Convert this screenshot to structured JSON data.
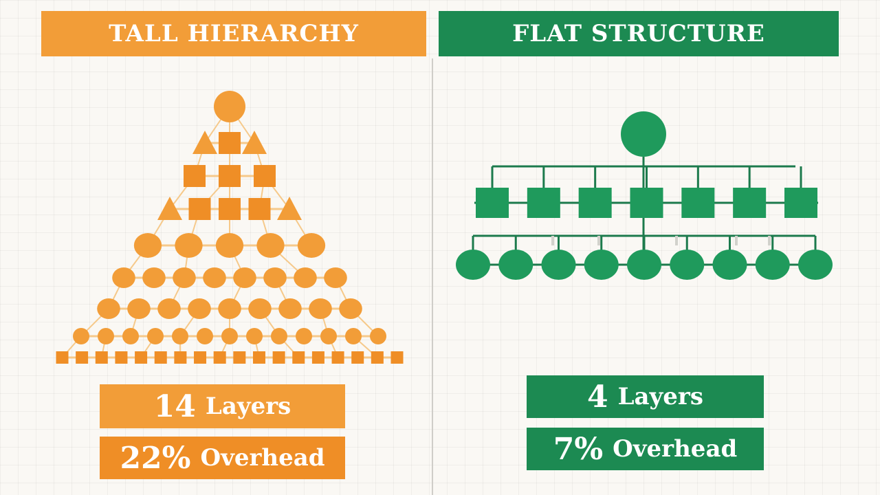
{
  "colors": {
    "tall_primary": "#f29d38",
    "tall_secondary": "#ef8e26",
    "tall_connector": "#f6c98a",
    "flat_primary": "#1c8a52",
    "flat_node": "#1f9a5c",
    "flat_connector": "#1c7a4c"
  },
  "left_panel": {
    "title": "TALL HIERARCHY",
    "layers_value": "14",
    "layers_label": "Layers",
    "overhead_value": "22%",
    "overhead_label": "Overhead"
  },
  "right_panel": {
    "title": "FLAT STRUCTURE",
    "layers_value": "4",
    "layers_label": "Layers",
    "overhead_value": "7%",
    "overhead_label": "Overhead"
  },
  "tall_tree": {
    "rows": [
      [
        "circle"
      ],
      [
        "triangle",
        "square",
        "triangle"
      ],
      [
        "square",
        "square",
        "square"
      ],
      [
        "triangle",
        "square",
        "square",
        "square",
        "triangle"
      ],
      [
        "circle",
        "circle",
        "circle",
        "circle",
        "circle"
      ],
      [
        "circle",
        "circle",
        "circle",
        "circle",
        "circle",
        "circle",
        "circle",
        "circle"
      ],
      [
        "circle",
        "circle",
        "circle",
        "circle",
        "circle",
        "circle",
        "circle",
        "circle",
        "circle"
      ],
      [
        "circle",
        "circle",
        "circle",
        "circle",
        "circle",
        "circle",
        "circle",
        "circle",
        "circle",
        "circle",
        "circle",
        "circle",
        "circle"
      ],
      [
        "square",
        "square",
        "square",
        "square",
        "square",
        "square",
        "square",
        "square",
        "square",
        "square",
        "square",
        "square",
        "square",
        "square",
        "square",
        "square",
        "square",
        "square"
      ]
    ]
  },
  "flat_tree": {
    "root": "circle",
    "managers": 7,
    "members": 9
  }
}
